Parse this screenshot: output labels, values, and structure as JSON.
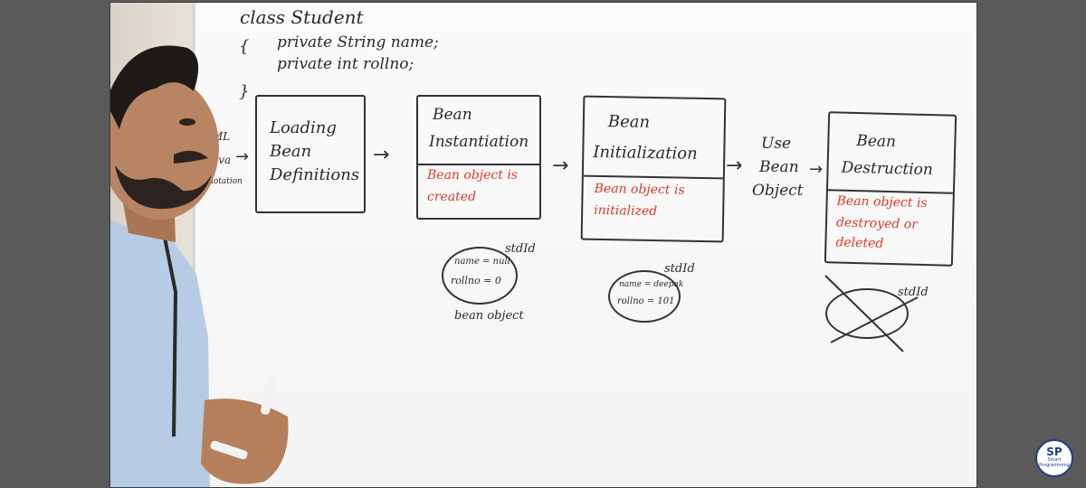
{
  "board": {
    "class_line": "class Student",
    "brace_open": "{",
    "field1": "private String name;",
    "field2": "private int rollno;",
    "brace_close": "}",
    "sources": [
      "ML",
      "ova",
      "notation"
    ],
    "box1": {
      "title": "Loading Bean Definitions"
    },
    "box2": {
      "title_l1": "Bean",
      "title_l2": "Instantiation",
      "note": [
        "Bean object is",
        "created"
      ]
    },
    "box3": {
      "title_l1": "Bean",
      "title_l2": "Initialization",
      "note": [
        "Bean object is",
        "initialized"
      ]
    },
    "use": [
      "Use",
      "Bean",
      "Object"
    ],
    "box4": {
      "title_l1": "Bean",
      "title_l2": "Destruction",
      "note": [
        "Bean object is",
        "destroyed or",
        "deleted"
      ]
    },
    "oval1": {
      "label": "stdId",
      "line1": "name = null",
      "line2": "rollno = 0",
      "caption": "bean object"
    },
    "oval2": {
      "label": "stdId",
      "line1": "name = deepak",
      "line2": "rollno = 101"
    },
    "oval3": {
      "label": "stdId"
    },
    "arrow_glyph": "→"
  },
  "logo": {
    "mark": "SP",
    "text": "Smart Programming"
  },
  "colors": {
    "ink": "#2a2a2a",
    "red_ink": "#d83a2a",
    "backdrop": "#5a5a5a",
    "logo_blue": "#1d3f86"
  }
}
